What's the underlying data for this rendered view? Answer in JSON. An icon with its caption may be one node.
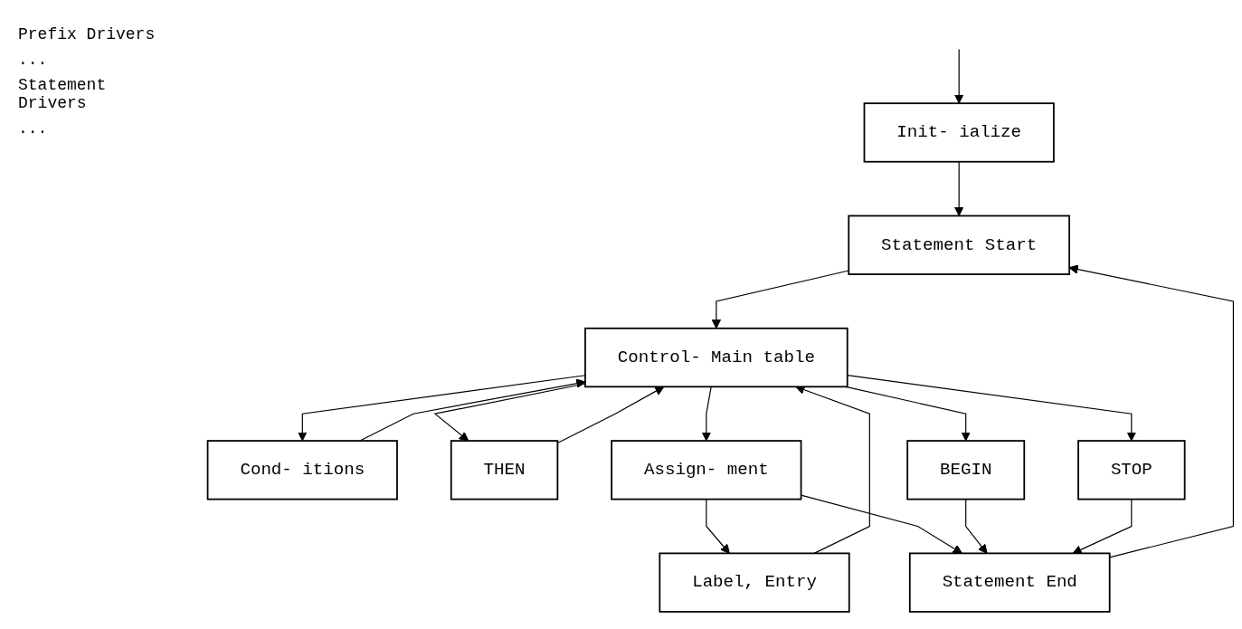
{
  "diagram": {
    "nodes": [
      {
        "text": [
          "Init- ialize"
        ]
      },
      {
        "text": [
          "Statement Start"
        ]
      },
      {
        "text": [
          "Control- Main table"
        ]
      },
      {
        "text": [
          "Cond- itions"
        ]
      },
      {
        "text": [
          "THEN"
        ]
      },
      {
        "text": [
          "Label, Entry"
        ]
      },
      {
        "text": [
          "Assign- ment"
        ]
      },
      {
        "text": [
          "BEGIN"
        ]
      },
      {
        "text": [
          "STOP"
        ]
      },
      {
        "text": [
          "Statement End"
        ]
      }
    ],
    "edges": [
      {
        "from": null,
        "to": 0,
        "arrow": "to"
      },
      {
        "from": 0,
        "to": 1,
        "arrow": "to"
      },
      {
        "from": 9,
        "to": 1,
        "arrow": "to"
      },
      {
        "from": 1,
        "to": 2,
        "arrow": "to"
      },
      {
        "from": 2,
        "to": 3,
        "arrow": "to"
      },
      {
        "from": 2,
        "to": 4,
        "arrow": "to"
      },
      {
        "from": 2,
        "to": 6,
        "arrow": "to"
      },
      {
        "from": 2,
        "to": 7,
        "arrow": "to"
      },
      {
        "from": 2,
        "to": 8,
        "arrow": "to"
      },
      {
        "from": 6,
        "to": 5,
        "arrow": "to"
      },
      {
        "from": 3,
        "to": 2,
        "arrow": "to"
      },
      {
        "from": 4,
        "to": 2,
        "arrow": "to"
      },
      {
        "from": 5,
        "to": 2,
        "arrow": "to"
      },
      {
        "from": 6,
        "to": 9,
        "arrow": "to"
      },
      {
        "from": 7,
        "to": 9,
        "arrow": "to"
      },
      {
        "from": 8,
        "to": 9,
        "arrow": "to"
      }
    ],
    "labels": [
      "Prefix Drivers",
      "...",
      "Statement Drivers",
      "..."
    ]
  }
}
